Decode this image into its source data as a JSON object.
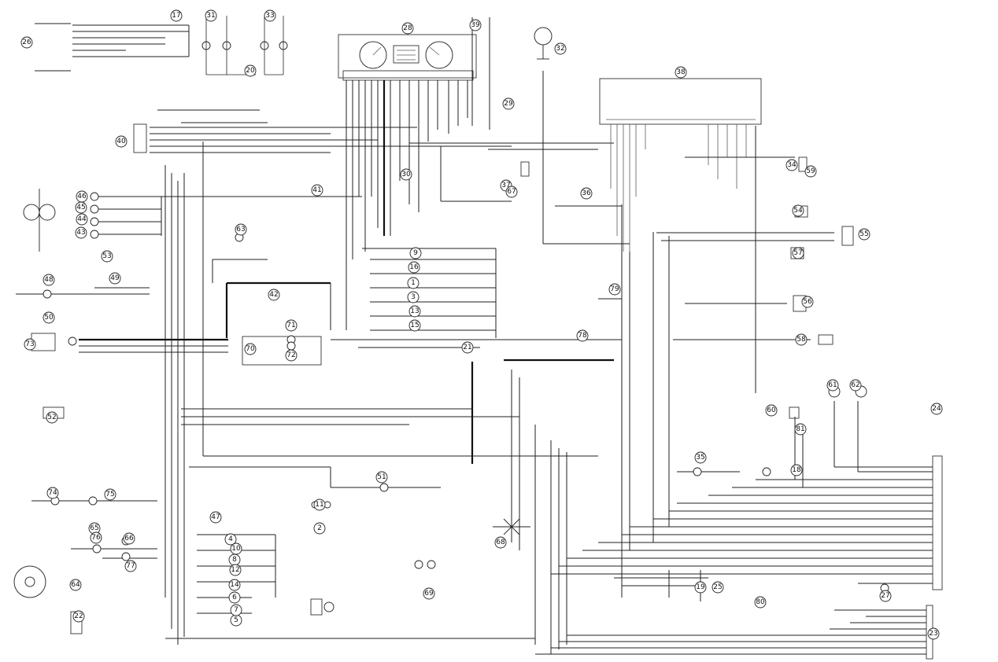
{
  "diagram": {
    "component_numbers": [
      "1",
      "2",
      "3",
      "4",
      "5",
      "6",
      "7",
      "8",
      "9",
      "10",
      "11",
      "12",
      "13",
      "14",
      "15",
      "16",
      "17",
      "18",
      "19",
      "20",
      "21",
      "22",
      "23",
      "24",
      "25",
      "26",
      "27",
      "28",
      "29",
      "30",
      "31",
      "32",
      "33",
      "34",
      "35",
      "36",
      "37",
      "38",
      "39",
      "40",
      "41",
      "42",
      "43",
      "44",
      "45",
      "46",
      "47",
      "48",
      "49",
      "50",
      "51",
      "52",
      "53",
      "54",
      "55",
      "56",
      "57",
      "58",
      "59",
      "60",
      "61",
      "62",
      "63",
      "64",
      "65",
      "66",
      "67",
      "68",
      "69",
      "70",
      "71",
      "72",
      "73",
      "74",
      "75",
      "76",
      "77",
      "78",
      "79",
      "80",
      "81"
    ]
  }
}
